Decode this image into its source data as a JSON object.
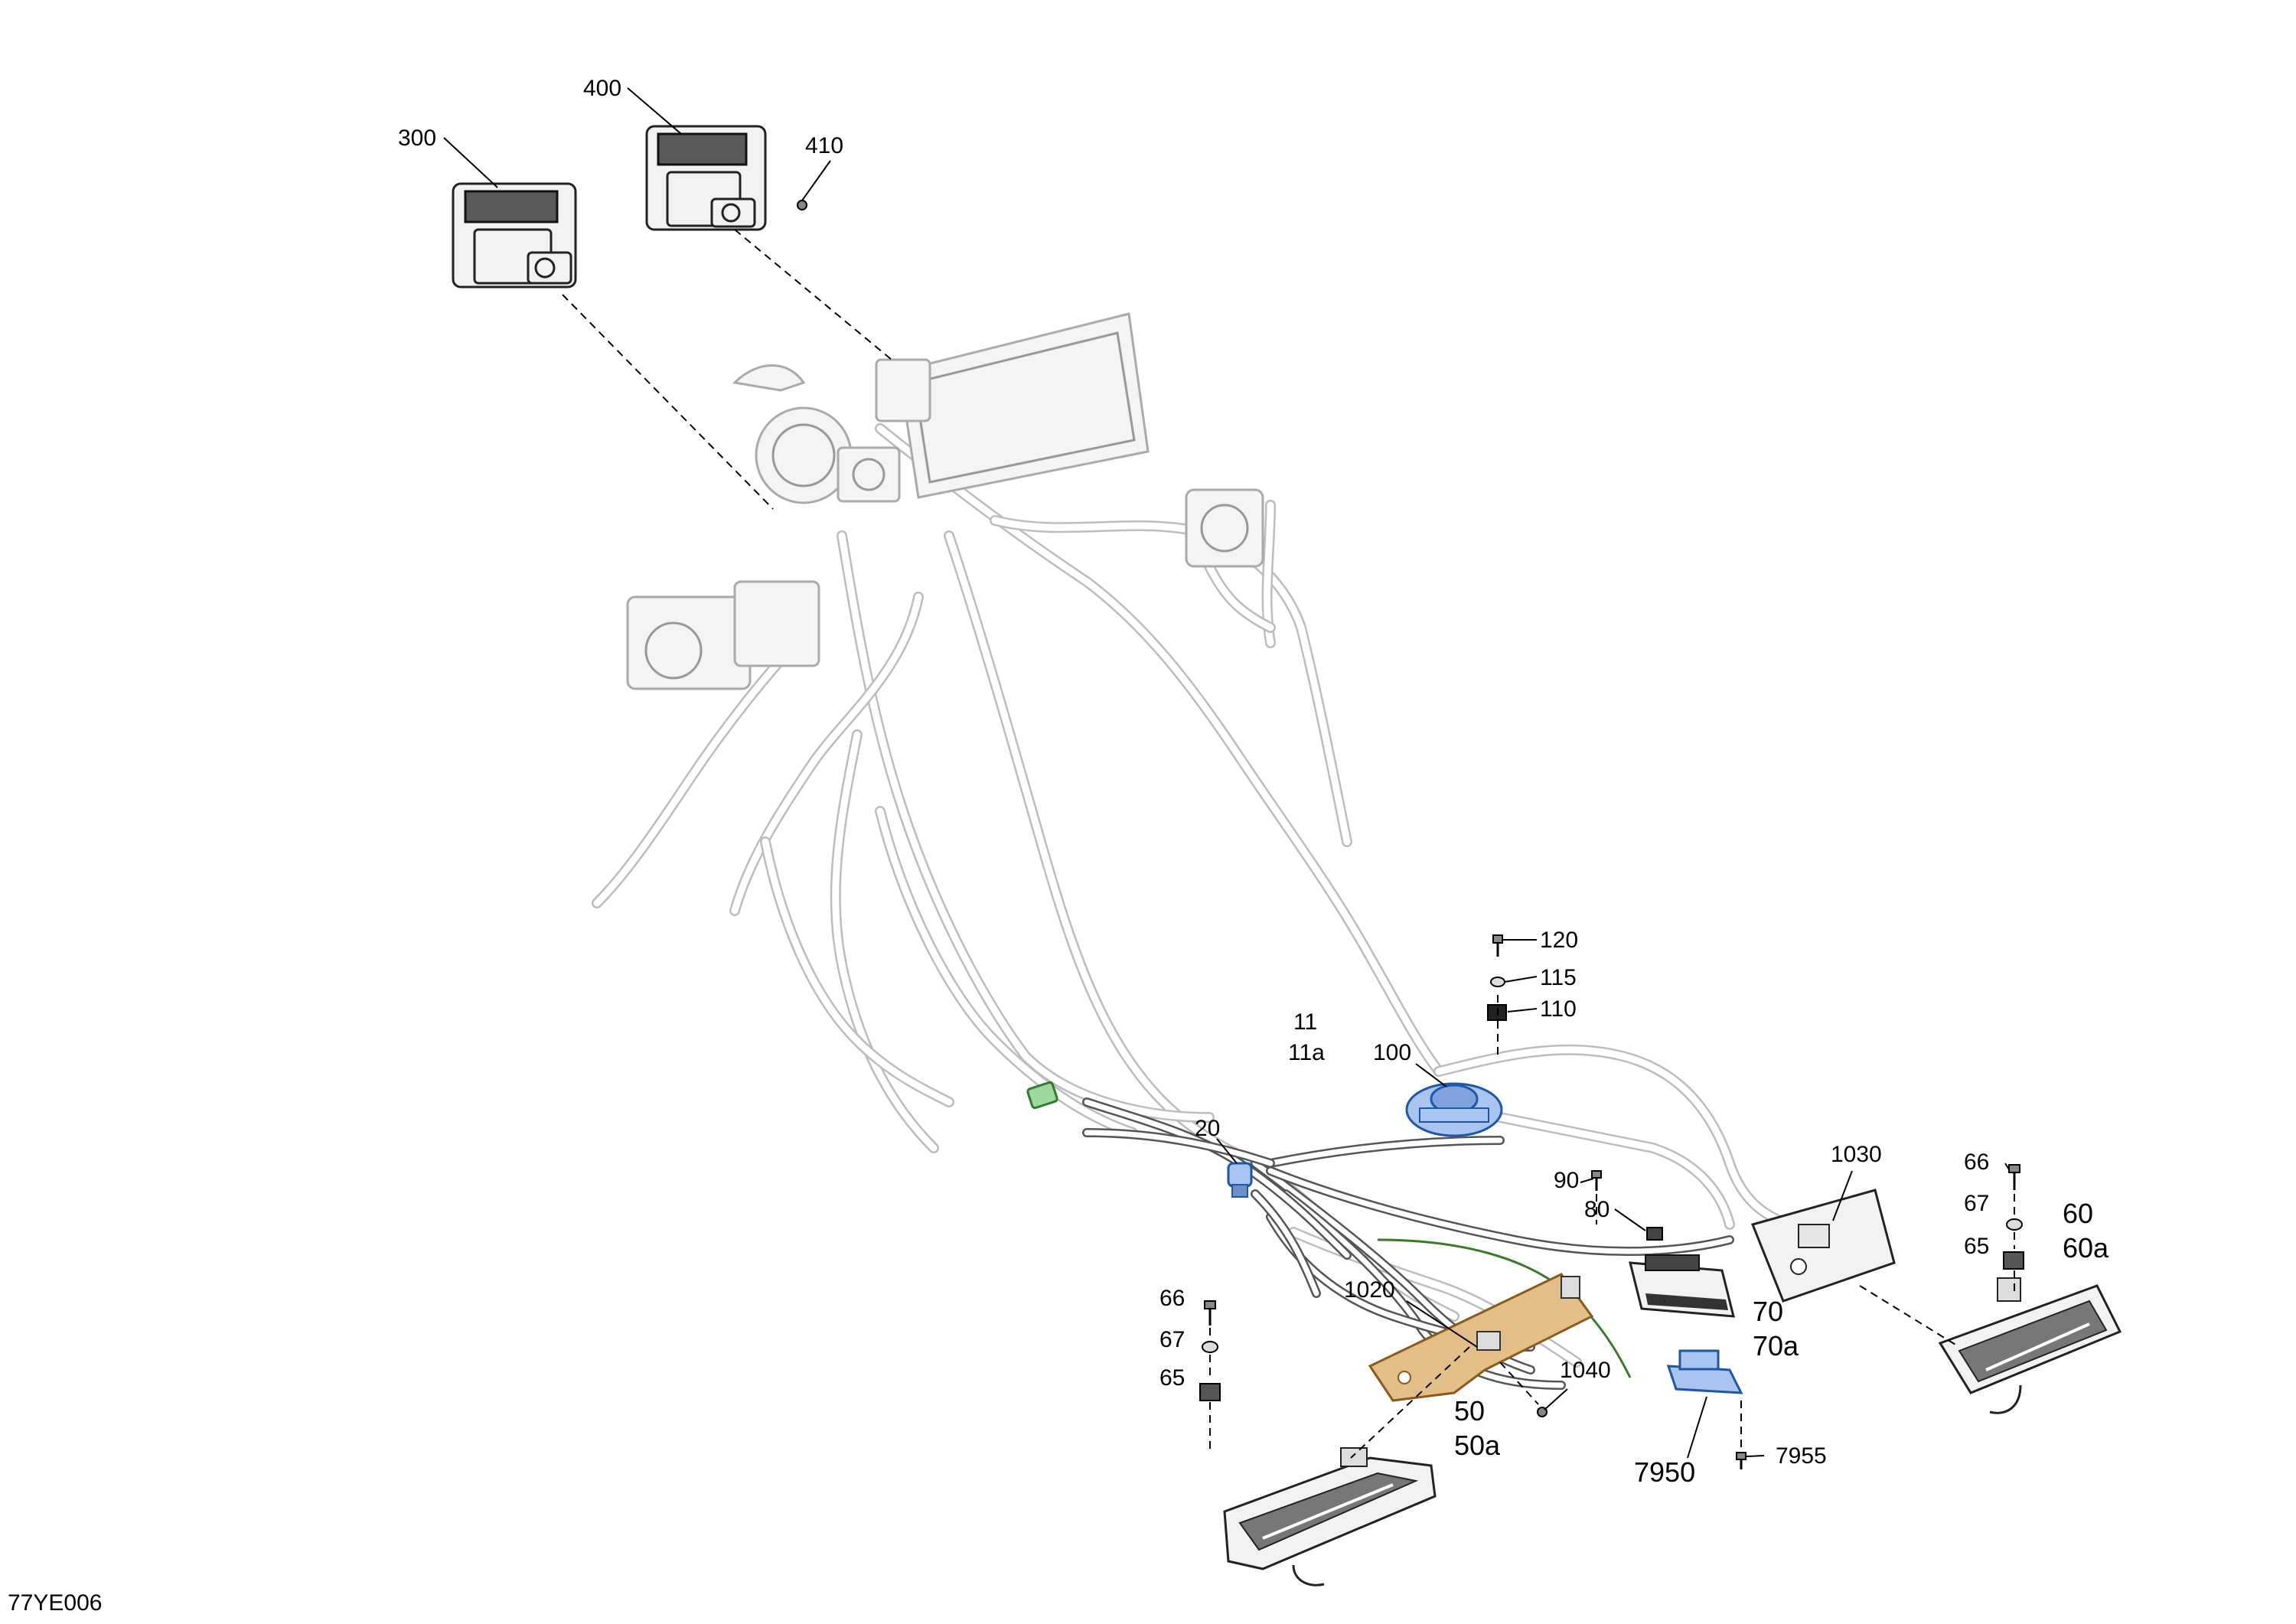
{
  "drawing_code": "77YE006",
  "callouts": {
    "c300": "300",
    "c400": "400",
    "c410": "410",
    "c120": "120",
    "c115": "115",
    "c110": "110",
    "c11": "11",
    "c11a": "11a",
    "c100": "100",
    "c20": "20",
    "c90": "90",
    "c1030": "1030",
    "c80": "80",
    "c66a": "66",
    "c67a": "67",
    "c65a": "65",
    "c60": "60",
    "c60a": "60a",
    "c1020": "1020",
    "c66b": "66",
    "c67b": "67",
    "c65b": "65",
    "c70": "70",
    "c70a": "70a",
    "c1040": "1040",
    "c50": "50",
    "c50a": "50a",
    "c7950": "7950",
    "c7955": "7955"
  },
  "colors": {
    "highlight_blue": "#a9c4ee",
    "highlight_green": "#9fd89f",
    "highlight_orange": "#e2bf88"
  }
}
